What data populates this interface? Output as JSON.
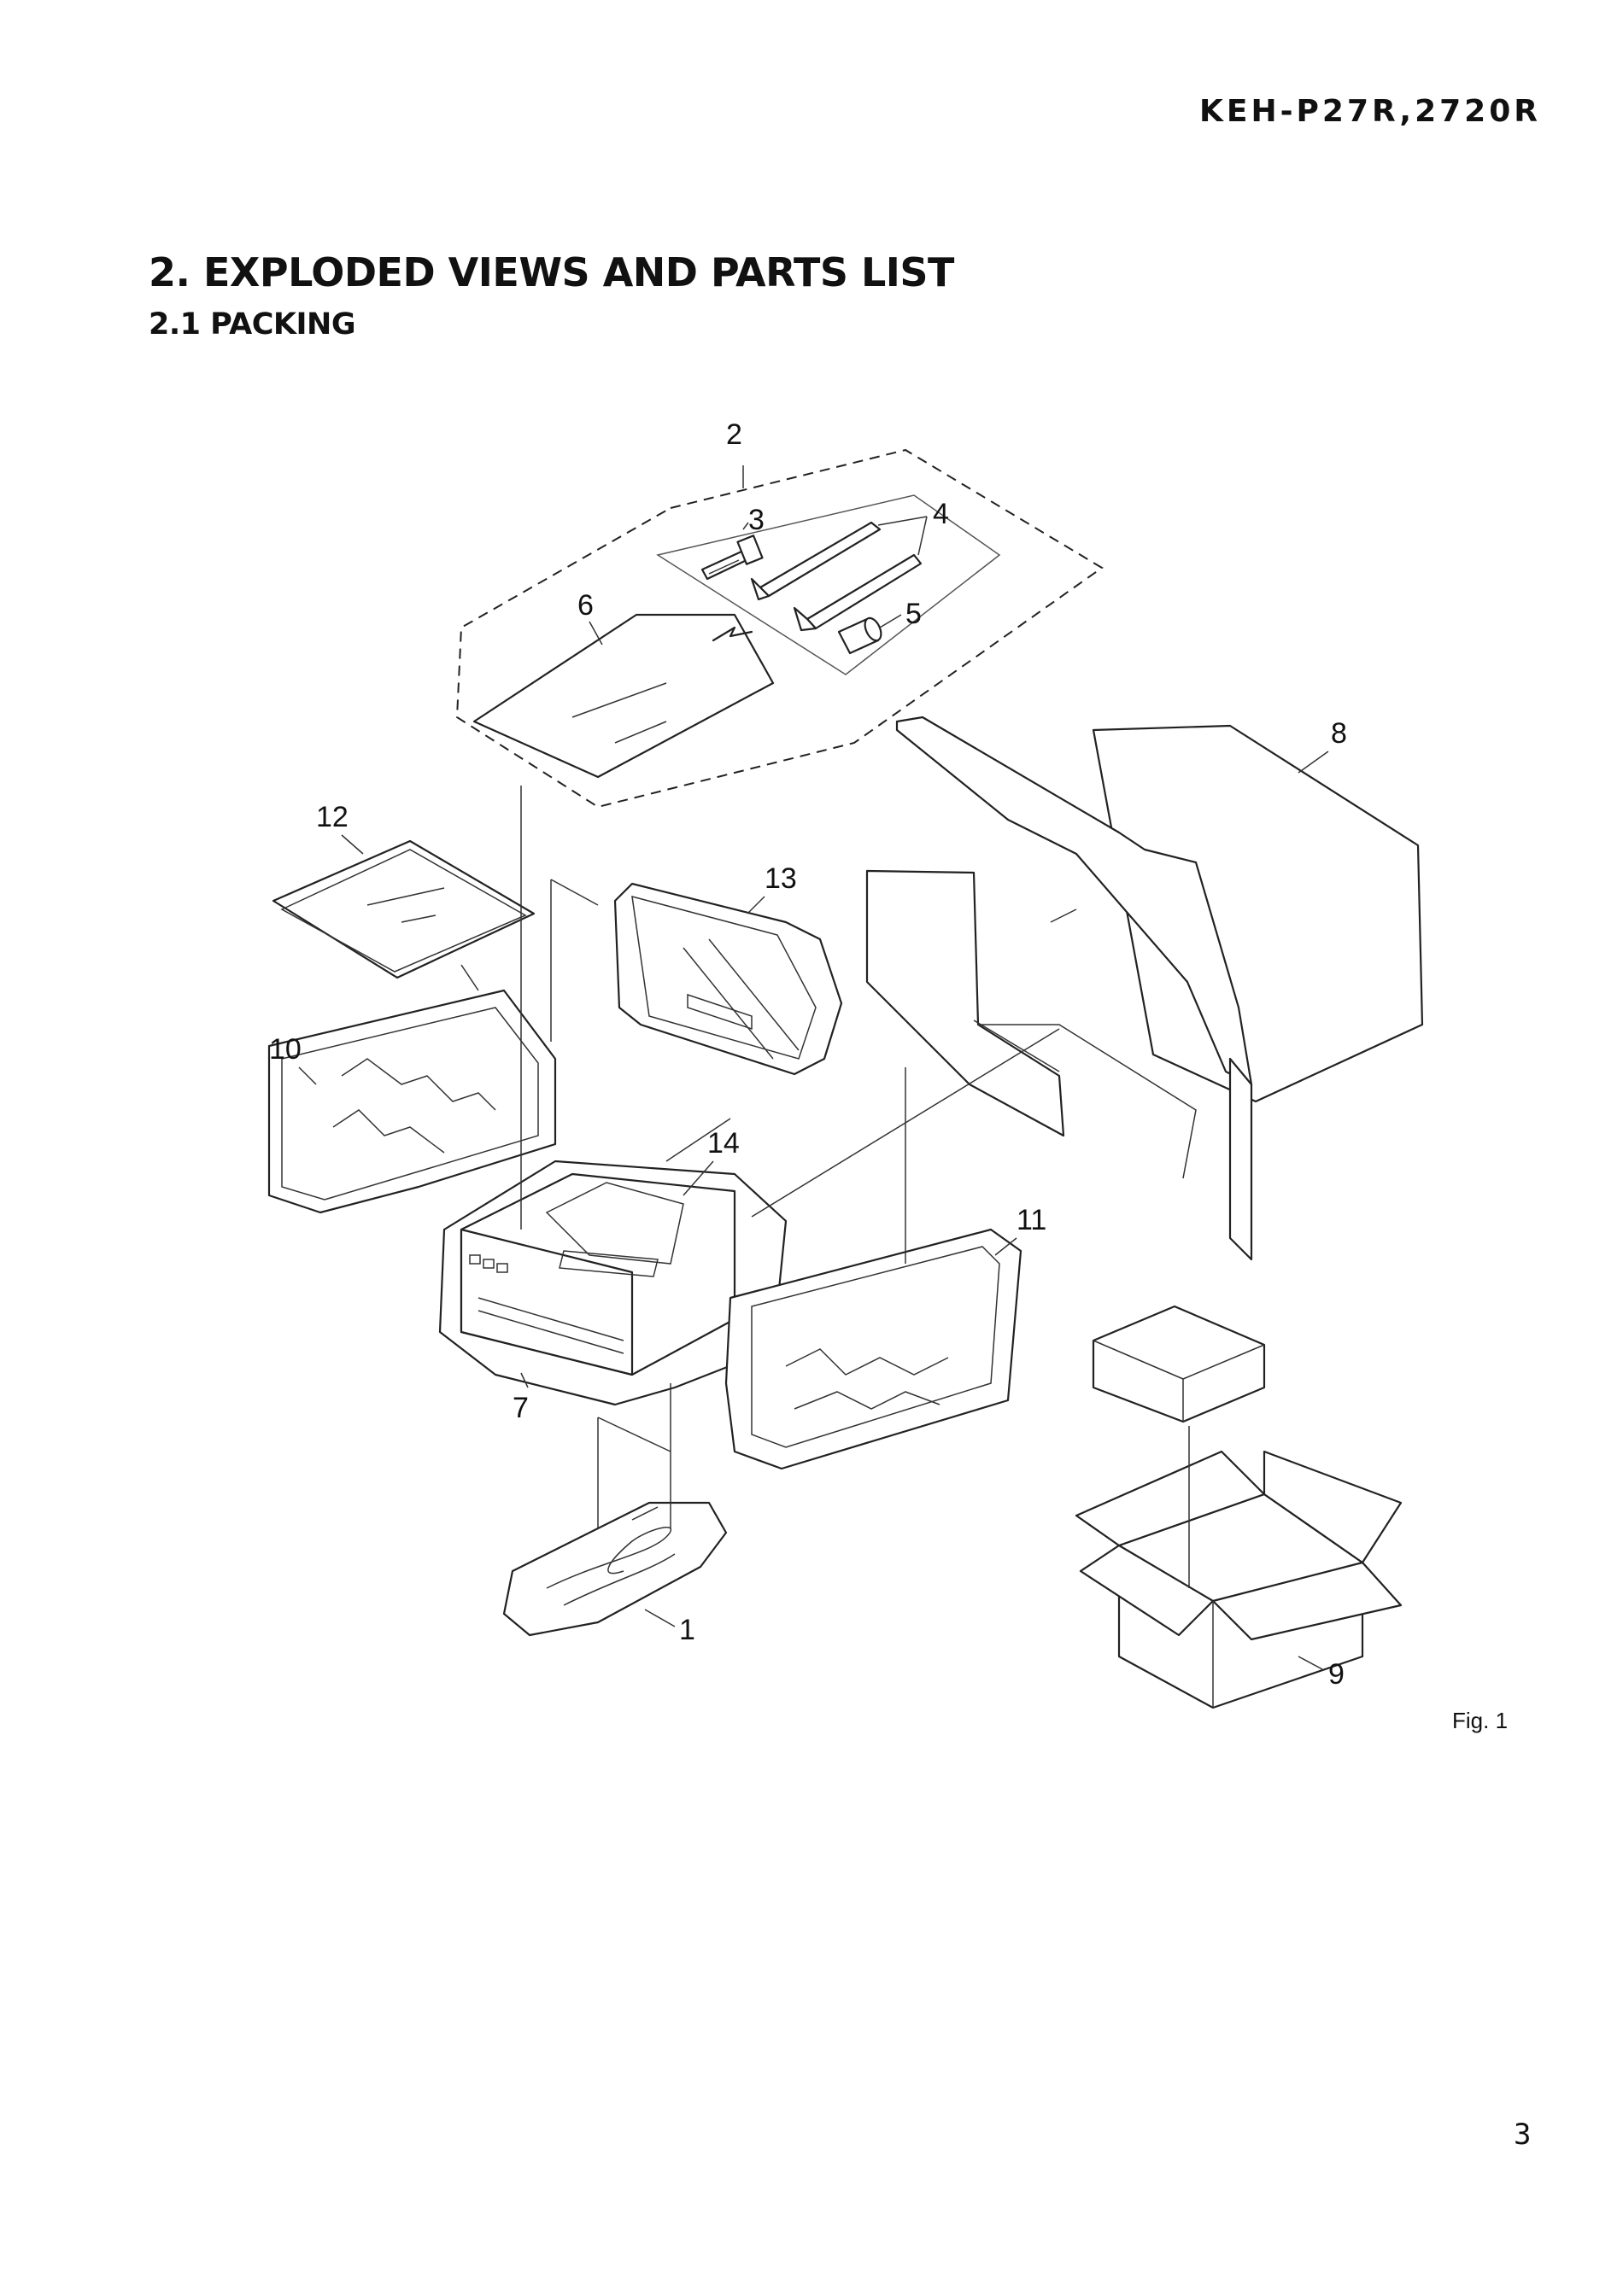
{
  "header": {
    "model": "KEH-P27R,2720R"
  },
  "section": {
    "title": "2. EXPLODED VIEWS AND PARTS LIST",
    "subtitle": "2.1 PACKING"
  },
  "figure": {
    "caption": "Fig. 1",
    "part_labels": [
      "1",
      "2",
      "3",
      "4",
      "5",
      "6",
      "7",
      "8",
      "9",
      "10",
      "11",
      "12",
      "13",
      "14"
    ]
  },
  "footer": {
    "page_number": "3"
  }
}
